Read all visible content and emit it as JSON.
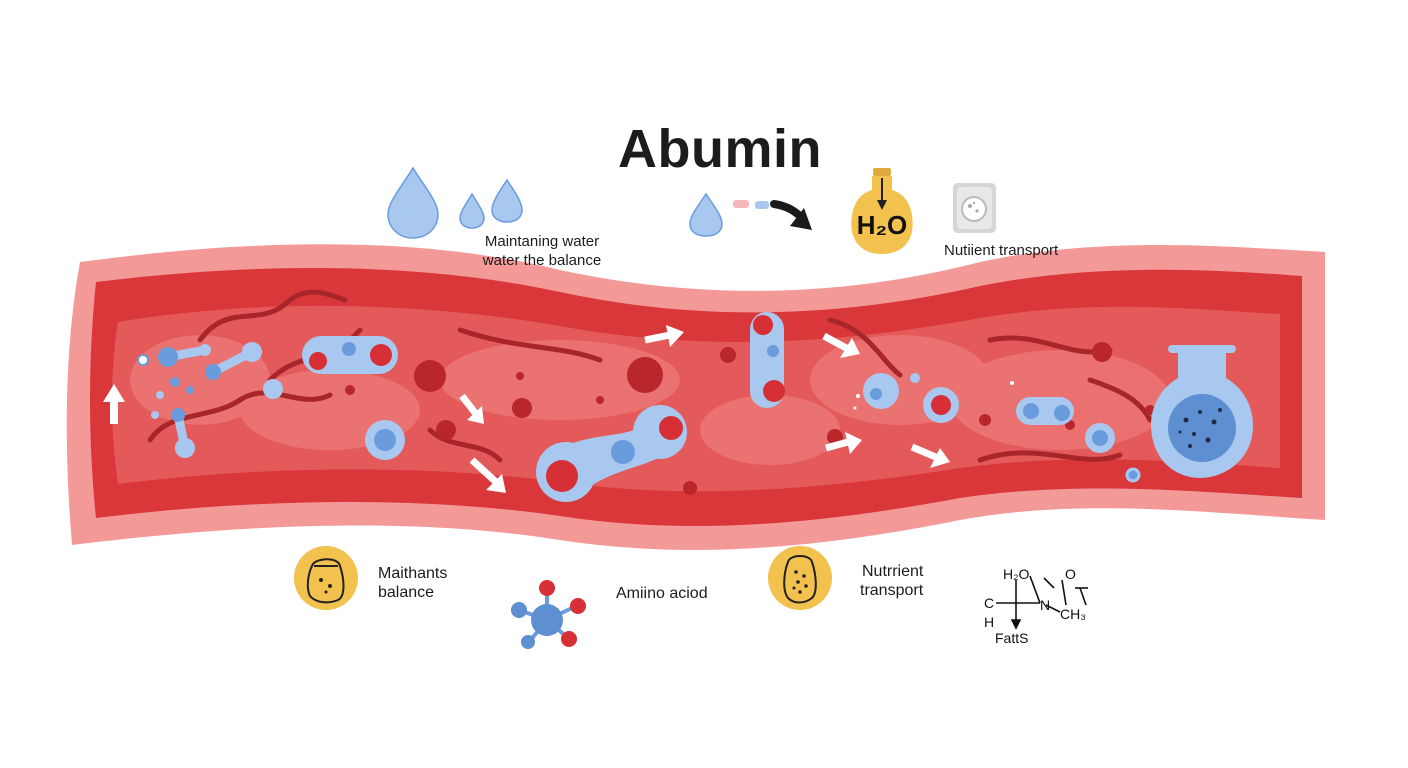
{
  "title": "Abumin",
  "labels": {
    "water_line1": "Maintaning water",
    "water_line2": "water the balance",
    "nutrient_top": "Nutiient transport",
    "maintain_line1": "Maithants",
    "maintain_line2": "balance",
    "amino": "Amiino aciod",
    "nutrient_line1": "Nutrrient",
    "nutrient_line2": "transport"
  },
  "flask_label": "H₂O",
  "chem": {
    "h2o": "H₂O",
    "o": "O",
    "c": "C",
    "h": "H",
    "n": "N",
    "ch3": "CH₃",
    "fatts": "FattS"
  },
  "colors": {
    "vessel_outer": "#f28c8c",
    "vessel_wall": "#d93a3c",
    "plasma": "#e25a5c",
    "cell_blue": "#6a9bdc",
    "cell_light": "#a9c8f0",
    "red_cell": "#d62f35",
    "gold": "#f2c14e"
  }
}
